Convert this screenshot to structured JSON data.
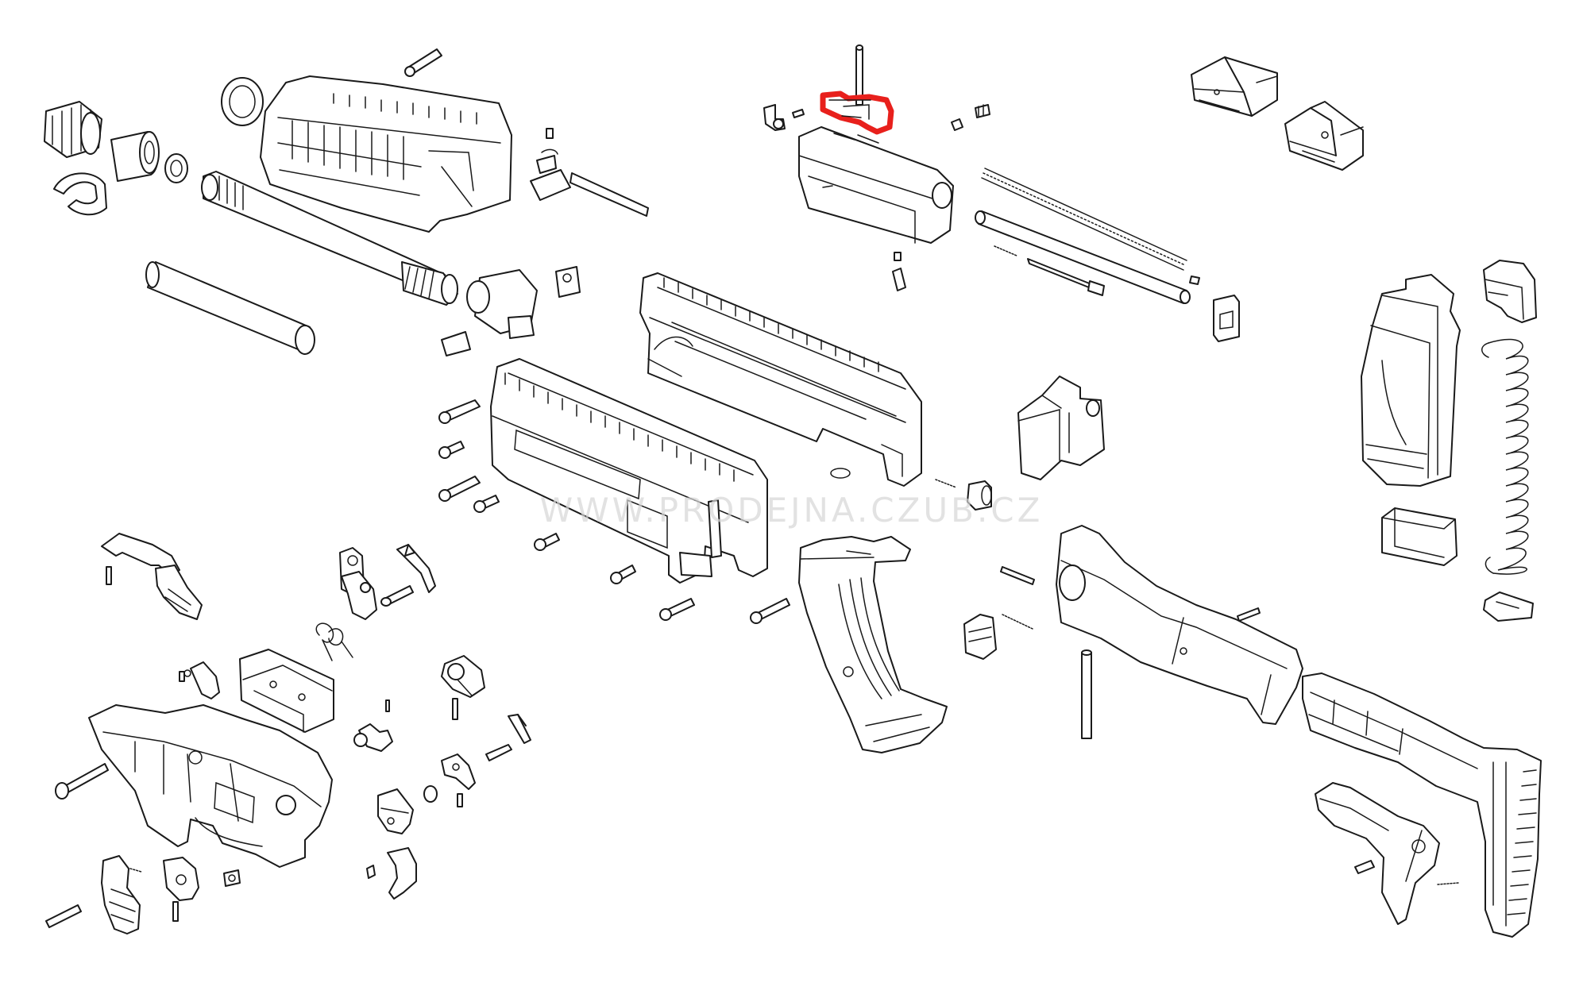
{
  "watermark": "WWW.PRODEJNA.CZUB.CZ",
  "colors": {
    "line": "#1a1a1a",
    "highlight": "#e8201c",
    "background": "#ffffff",
    "watermark": "#d6d6d6"
  },
  "selected_part": "charging-handle-part",
  "parts": [
    "muzzle-device",
    "flash-hider-clip",
    "barrel-nut",
    "crush-washer",
    "handguard-ring",
    "handguard",
    "cross-pin",
    "barrel",
    "gas-piston-tube",
    "charging-handle-assembly",
    "front-sight-block",
    "sight-clip",
    "ejector-pin",
    "charging-handle-part",
    "bolt-carrier",
    "recoil-spring",
    "guide-rod",
    "firing-pin",
    "rear-sight-front",
    "rear-sight-rear",
    "upper-receiver-rail",
    "receiver-housing",
    "magazine",
    "mag-catch-housing",
    "magazine-spring",
    "magazine-follower",
    "magazine-floorplate",
    "pistol-grip",
    "buttstock-hinge",
    "stock-spring",
    "stock-body",
    "stock-pin",
    "buttstock",
    "trigger-group",
    "fire-selector",
    "hammer",
    "disconnector",
    "trigger",
    "trigger-pin",
    "sear",
    "lower-receiver",
    "stock-latch"
  ]
}
